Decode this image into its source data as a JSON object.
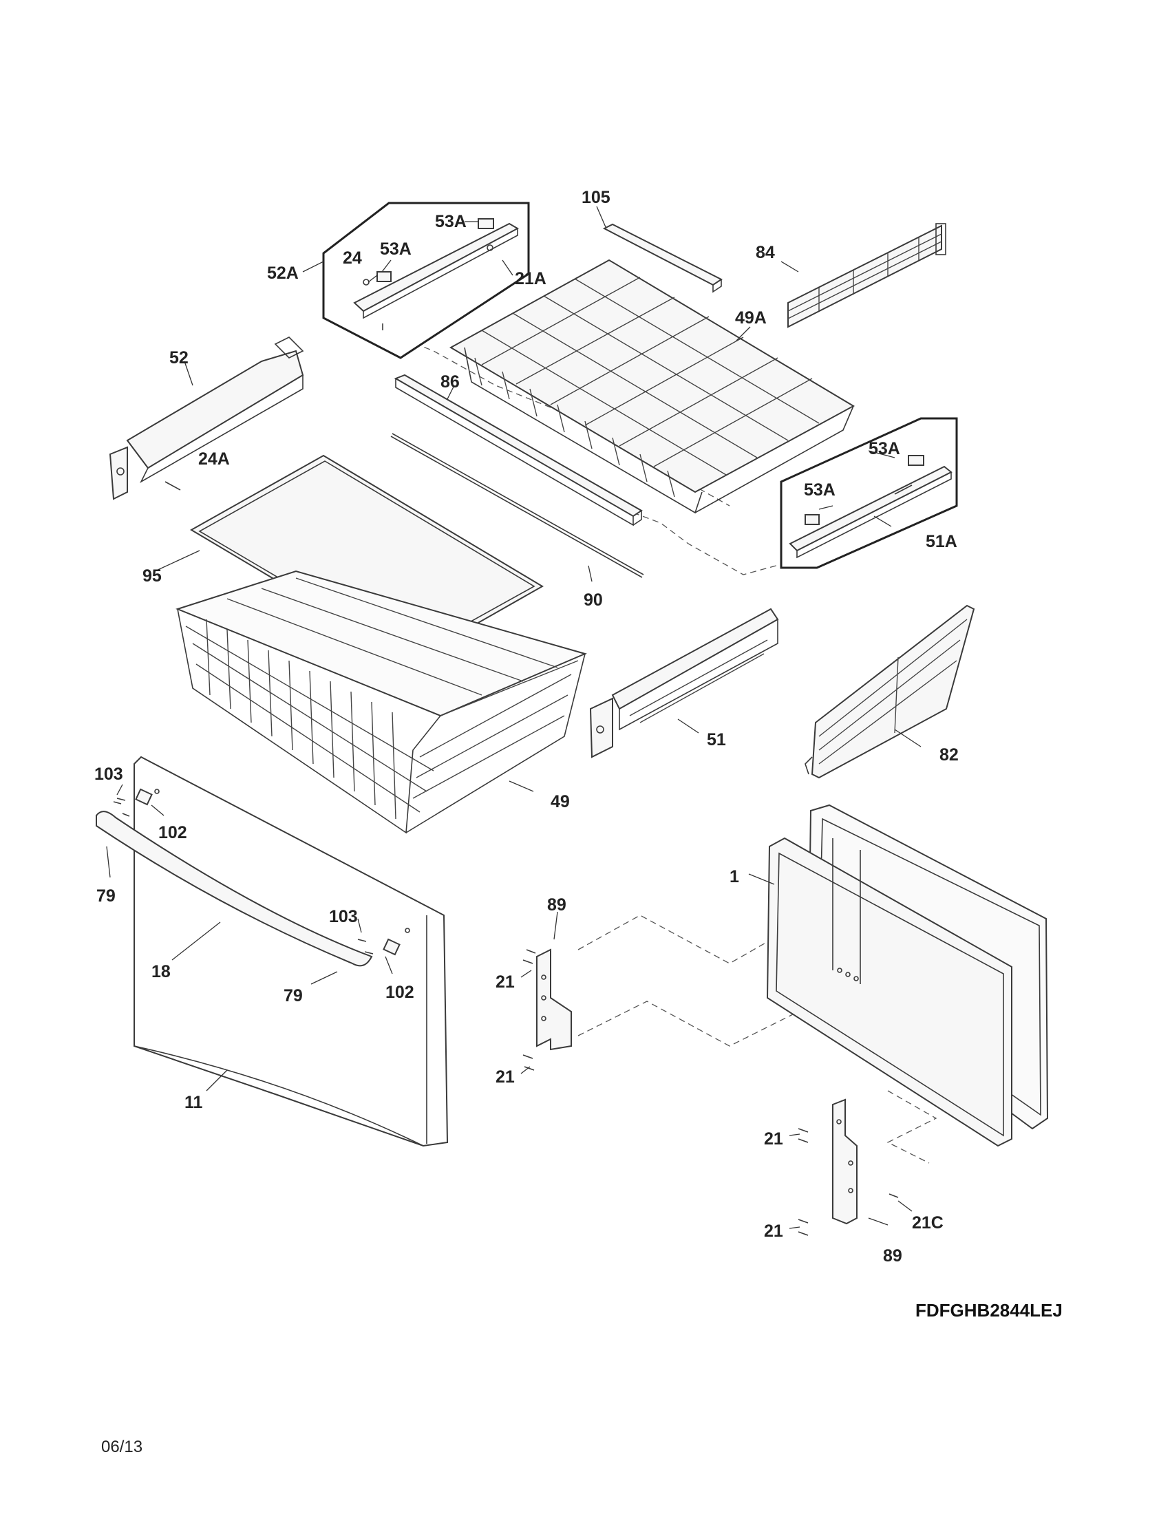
{
  "model": "FDFGHB2844LEJ",
  "date": "06/13",
  "callouts": {
    "c105": "105",
    "c84": "84",
    "c53a_1": "53A",
    "c53a_2": "53A",
    "c24": "24",
    "c52a": "52A",
    "c21a": "21A",
    "c49a": "49A",
    "c52": "52",
    "c86": "86",
    "c24a": "24A",
    "c53a_3": "53A",
    "c53a_4": "53A",
    "c51a": "51A",
    "c95": "95",
    "c90": "90",
    "c51": "51",
    "c82": "82",
    "c103_1": "103",
    "c49": "49",
    "c102_1": "102",
    "c79_1": "79",
    "c89_1": "89",
    "c1": "1",
    "c103_2": "103",
    "c18": "18",
    "c21_1": "21",
    "c79_2": "79",
    "c102_2": "102",
    "c21_2": "21",
    "c11": "11",
    "c21_3": "21",
    "c21_4": "21",
    "c21c": "21C",
    "c89_2": "89"
  }
}
